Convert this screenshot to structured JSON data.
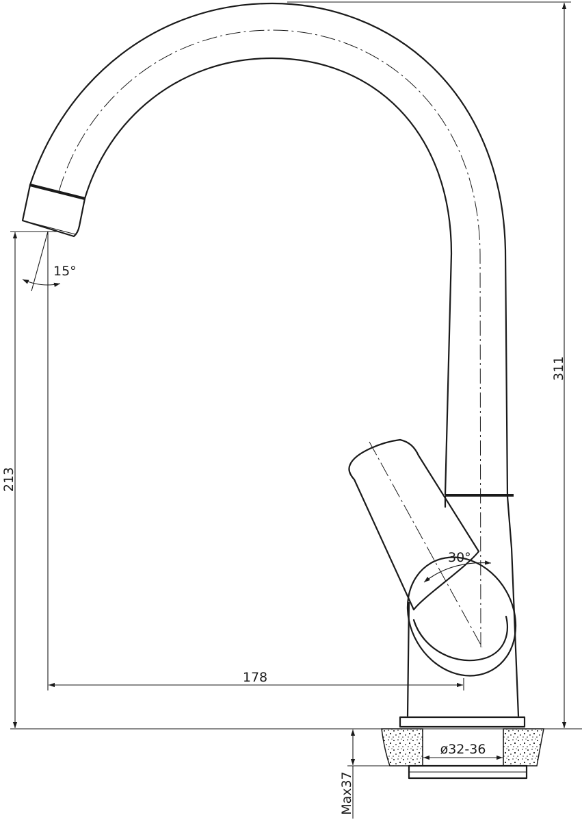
{
  "dimensions": {
    "total_height": "311",
    "spout_height": "213",
    "spout_reach": "178",
    "spout_angle": "15°",
    "lever_angle": "30°",
    "hole_diameter": "ø32-36",
    "max_counter_thickness": "Max37"
  },
  "colors": {
    "line": "#1a1a1a",
    "background": "#ffffff"
  }
}
